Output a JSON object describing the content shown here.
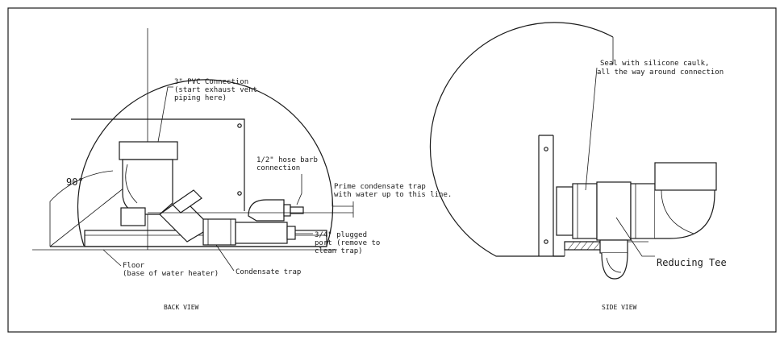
{
  "back_view": {
    "title": "BACK VIEW",
    "angle": "90°",
    "pvc_label": [
      "3\" PVC Connection",
      "(start exhaust vent",
      "piping here)"
    ],
    "hose_label": [
      "1/2\" hose barb",
      "connection"
    ],
    "prime_label": [
      "Prime condensate trap",
      "with water up to this line."
    ],
    "port_label": [
      "3/4\" plugged",
      "port (remove to",
      "clean trap)"
    ],
    "floor_label": [
      "Floor",
      "(base of water heater)"
    ],
    "trap_label": "Condensate trap"
  },
  "side_view": {
    "title": "SIDE VIEW",
    "seal_label": [
      "Seal with silicone caulk,",
      "all the way around connection"
    ],
    "tee_label": "Reducing Tee"
  }
}
